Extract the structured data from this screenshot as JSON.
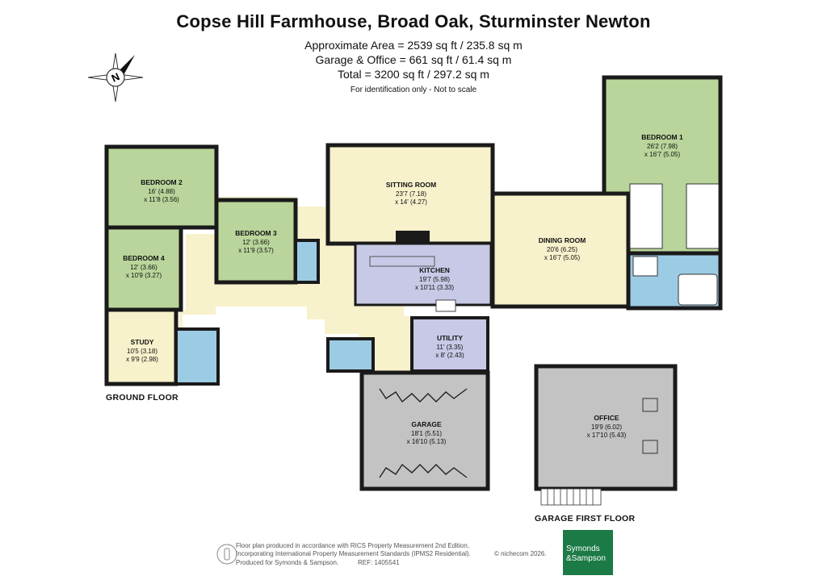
{
  "header": {
    "title": "Copse Hill Farmhouse, Broad Oak, Sturminster Newton",
    "area_lines": [
      "Approximate Area = 2539 sq ft / 235.8 sq m",
      "Garage & Office = 661 sq ft / 61.4 sq m",
      "Total = 3200 sq ft / 297.2 sq m"
    ],
    "disclaimer": "For identification only - Not to scale"
  },
  "compass": {
    "label": "N",
    "icon": "north-arrow-icon"
  },
  "colors": {
    "bedroom": "#b9d59b",
    "living": "#f7f1cc",
    "kitchen": "#c8c9e6",
    "bathroom": "#9ccbe4",
    "garage": "#c4c3c3",
    "wall": "#1a1a1a"
  },
  "rooms": {
    "bedroom2": {
      "name": "BEDROOM 2",
      "dims": [
        "16' (4.88)",
        "x 11'8 (3.56)"
      ]
    },
    "bedroom3": {
      "name": "BEDROOM 3",
      "dims": [
        "12' (3.66)",
        "x 11'9 (3.57)"
      ]
    },
    "bedroom4": {
      "name": "BEDROOM 4",
      "dims": [
        "12' (3.66)",
        "x 10'9 (3.27)"
      ]
    },
    "study": {
      "name": "STUDY",
      "dims": [
        "10'5 (3.18)",
        "x 9'9 (2.98)"
      ]
    },
    "sitting": {
      "name": "SITTING ROOM",
      "dims": [
        "23'7 (7.18)",
        "x 14' (4.27)"
      ]
    },
    "kitchen": {
      "name": "KITCHEN",
      "dims": [
        "19'7 (5.98)",
        "x 10'11 (3.33)"
      ]
    },
    "dining": {
      "name": "DINING ROOM",
      "dims": [
        "20'6 (6.25)",
        "x 16'7 (5.05)"
      ]
    },
    "bedroom1": {
      "name": "BEDROOM 1",
      "dims": [
        "26'2 (7.98)",
        "x 16'7 (5.05)"
      ]
    },
    "utility": {
      "name": "UTILITY",
      "dims": [
        "11' (3.35)",
        "x 8' (2.43)"
      ]
    },
    "garage": {
      "name": "GARAGE",
      "dims": [
        "18'1 (5.51)",
        "x 16'10 (5.13)"
      ]
    },
    "office": {
      "name": "OFFICE",
      "dims": [
        "19'9 (6.02)",
        "x 17'10 (5.43)"
      ]
    }
  },
  "floor_labels": {
    "ground": "GROUND FLOOR",
    "garage_first": "GARAGE FIRST FLOOR"
  },
  "footer": {
    "lines": [
      "Floor plan produced in accordance with RICS Property Measurement 2nd Edition,",
      "Incorporating International Property Measurement Standards (IPMS2 Residential).",
      "Produced for Symonds & Sampson."
    ],
    "copyright": "© nichecom 2026.",
    "ref": "REF:  1405541"
  },
  "logo": {
    "line1": "Symonds",
    "line2": "&Sampson"
  }
}
